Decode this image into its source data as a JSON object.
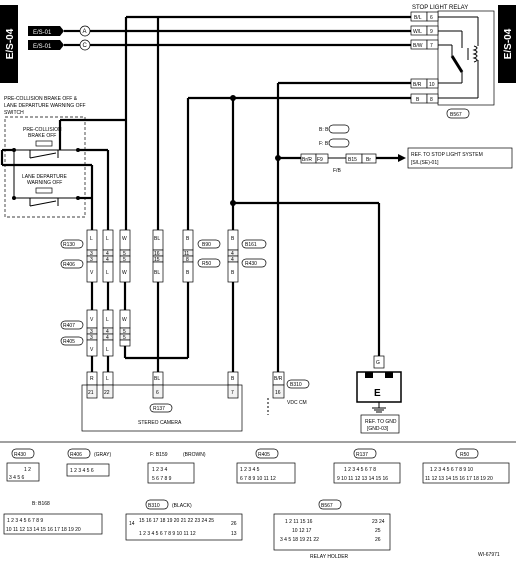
{
  "side_tab": "E/S-04",
  "inputs": [
    {
      "label": "E/S-01",
      "letter": "A"
    },
    {
      "label": "E/S-01",
      "letter": "C"
    }
  ],
  "stop_light_relay": {
    "title": "STOP LIGHT RELAY",
    "connector": "B567",
    "pins": [
      {
        "wire": "B/L",
        "pin": "6"
      },
      {
        "wire": "W/L",
        "pin": "9"
      },
      {
        "wire": "B/W",
        "pin": "7"
      },
      {
        "wire": "B/R",
        "pin": "10"
      },
      {
        "wire": "B",
        "pin": "8"
      }
    ]
  },
  "switch": {
    "title_lines": [
      "PRE-COLLISION BRAKE OFF &",
      "LANE DEPARTURE WARNING OFF",
      "SWITCH"
    ],
    "pre_collision": [
      "PRE-COLLISION",
      "BRAKE OFF"
    ],
    "lane_departure": [
      "LANE DEPARTURE",
      "WARNING OFF"
    ]
  },
  "fb_connector": {
    "b_code": "B: B168",
    "f_code": "F: B159",
    "left_wire": "Br/R",
    "left_pin": "F9",
    "right_pin": "B15",
    "right_wire": "Br",
    "name": "F/B"
  },
  "ref_stop": [
    "REF. TO STOP LIGHT SYSTEM",
    "[S/L(SE)-01]"
  ],
  "connectors": [
    "R130",
    "R406",
    "B90",
    "R50",
    "B161",
    "R430",
    "R407",
    "R405"
  ],
  "wires": {
    "c1": {
      "top": "L",
      "mid": "V",
      "pin1": "3",
      "pin2": "3",
      "low1": "V",
      "low2": "V",
      "end": "R",
      "endpin": "21"
    },
    "c2": {
      "top": "L",
      "mid": "L",
      "pin1": "4",
      "pin2": "4",
      "low1": "L",
      "low2": "L",
      "end": "L",
      "endpin": "22"
    },
    "c3": {
      "top": "W",
      "mid": "W",
      "pin1": "5",
      "pin2": "5",
      "low1": "W",
      "low2": "W"
    },
    "c4": {
      "top": "BL",
      "mid": "BL",
      "pin1": "16",
      "pin2": "15",
      "end": "BL",
      "endpin": "6"
    },
    "c5": {
      "top": "B",
      "mid": "B",
      "pin1": "11",
      "pin2": "8"
    },
    "c6": {
      "top": "B",
      "mid": "B",
      "pin1": "4",
      "pin2": "4",
      "end": "B",
      "endpin": "7"
    },
    "c7": {
      "end": "B/R",
      "endpin": "16"
    }
  },
  "stereo_camera": {
    "connector": "R137",
    "label": "STEREO CAMERA"
  },
  "vdc_cm": {
    "connector": "B310",
    "label": "VDC CM"
  },
  "ground": {
    "pin": "G",
    "letter": "E",
    "ref": [
      "REF. TO GND",
      "[GND-03]"
    ]
  },
  "connector_views": [
    {
      "code": "R430",
      "color": ""
    },
    {
      "code": "R406",
      "color": "(GRAY)"
    },
    {
      "code": "F: B159",
      "color": "(BROWN)"
    },
    {
      "code": "R405",
      "color": ""
    },
    {
      "code": "R137",
      "color": ""
    },
    {
      "code": "R50",
      "color": ""
    },
    {
      "code": "B: B168",
      "color": ""
    },
    {
      "code": "B310",
      "color": "(BLACK)"
    },
    {
      "code": "B567",
      "color": ""
    }
  ],
  "relay_holder_label": "RELAY HOLDER",
  "footer_code": "WI-67971"
}
